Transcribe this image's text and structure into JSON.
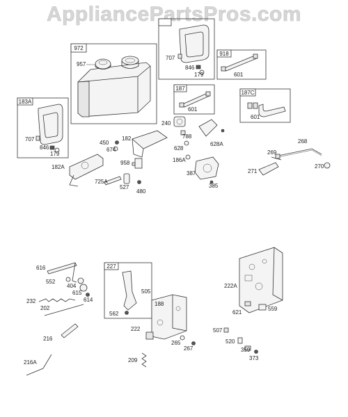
{
  "watermark": "AppliancePartsPros.com",
  "groups": [
    {
      "id": "972",
      "label": "972"
    },
    {
      "id": "183A",
      "label": "183A"
    },
    {
      "id": "top",
      "label": ""
    },
    {
      "id": "918",
      "label": "918"
    },
    {
      "id": "187",
      "label": "187"
    },
    {
      "id": "187C",
      "label": "187C"
    },
    {
      "id": "227",
      "label": "227"
    }
  ],
  "callouts": {
    "c957": "957",
    "c707a": "707",
    "c846a": "846",
    "c179a": "179",
    "c601a": "601",
    "c601b": "601",
    "c601c": "601",
    "c707b": "707",
    "c846b": "846",
    "c179b": "179",
    "c450": "450",
    "c674": "674",
    "c182": "182",
    "c182A": "182A",
    "c958": "958",
    "c725A": "725A",
    "c527": "527",
    "c480": "480",
    "c240": "240",
    "c788": "788",
    "c628": "628",
    "c628A": "628A",
    "c186A": "186A",
    "c387": "387",
    "c385": "385",
    "c268": "268",
    "c269": "269",
    "c271": "271",
    "c270": "270",
    "c616": "616",
    "c552": "552",
    "c404": "404",
    "c615": "615",
    "c614": "614",
    "c232": "232",
    "c202": "202",
    "c216": "216",
    "c216A": "216A",
    "c505": "505",
    "c562": "562",
    "c188": "188",
    "c222": "222",
    "c265": "265",
    "c267": "267",
    "c209": "209",
    "c222A": "222A",
    "c621": "621",
    "c559": "559",
    "c507": "507",
    "c520": "520",
    "c359": "359",
    "c373": "373"
  }
}
